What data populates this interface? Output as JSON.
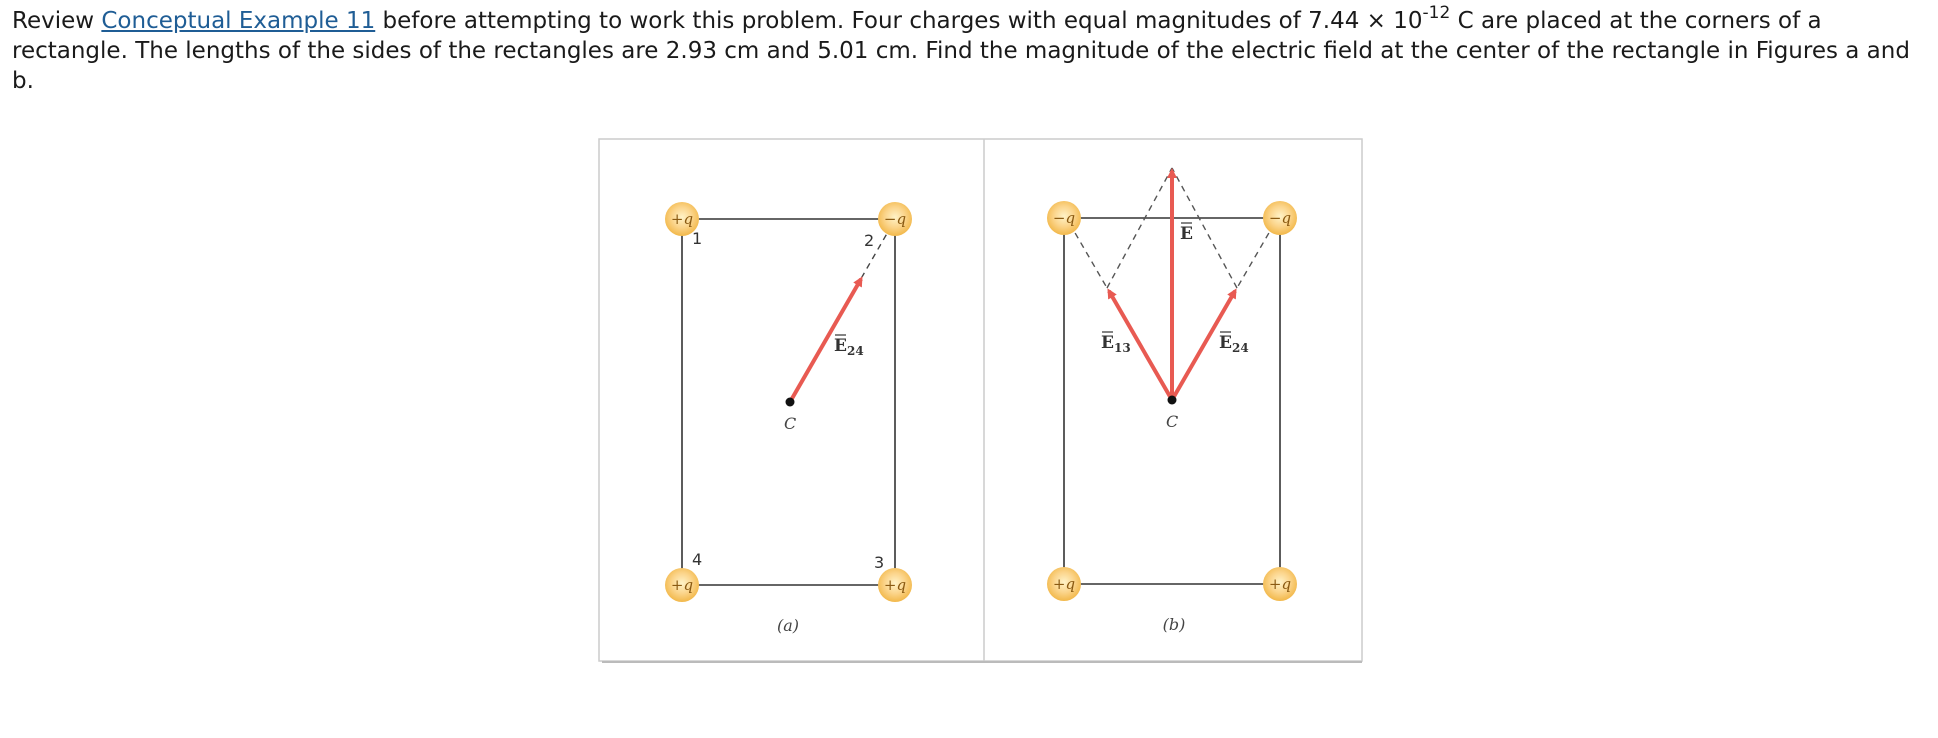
{
  "problem": {
    "part1": "Review ",
    "link_text": "Conceptual Example 11",
    "part2": " before attempting to work this problem. Four charges with equal magnitudes of 7.44 × 10",
    "exponent": "-12",
    "part3": " C are placed at the corners of a rectangle. The lengths of the sides of the rectangles are 2.93 cm and 5.01 cm. Find the magnitude of the electric field at the center of the rectangle in Figures a and b."
  },
  "figure": {
    "panel_a": {
      "charges": {
        "top_left": "+q",
        "top_right": "−q",
        "bottom_left": "+q",
        "bottom_right": "+q"
      },
      "corner_numbers": {
        "top_left": "1",
        "top_right": "2",
        "bottom_right": "3",
        "bottom_left": "4"
      },
      "vector_label": {
        "symbol": "E",
        "subscript": "24"
      },
      "center_label": "C",
      "caption": "(a)"
    },
    "panel_b": {
      "charges": {
        "top_left": "−q",
        "top_right": "−q",
        "bottom_left": "+q",
        "bottom_right": "+q"
      },
      "vector_labels": {
        "left": {
          "symbol": "E",
          "subscript": "13"
        },
        "right": {
          "symbol": "E",
          "subscript": "24"
        },
        "net": {
          "symbol": "E",
          "subscript": ""
        }
      },
      "center_label": "C",
      "caption": "(b)"
    },
    "colors": {
      "arrow": "#e85a52",
      "charge_fill": "#fbd48a",
      "charge_edge": "#f2b84a",
      "frame": "#cccccc"
    }
  }
}
